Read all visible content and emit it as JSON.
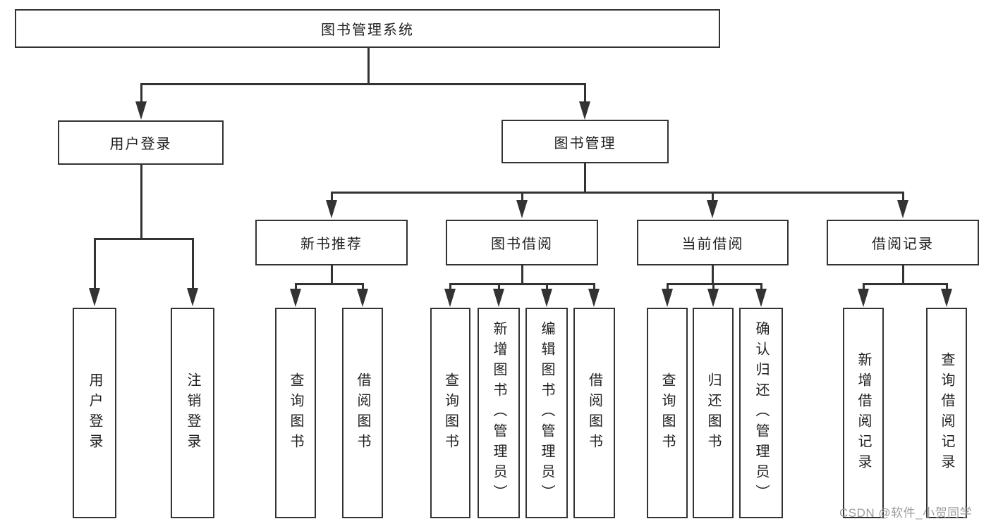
{
  "colors": {
    "line": "#333333",
    "text": "#1f1f1f",
    "watermark": "#9c9c9c",
    "background": "#ffffff"
  },
  "tree": {
    "root": {
      "label": "图书管理系统"
    },
    "branches": [
      {
        "label": "用户登录",
        "children": [
          {
            "label": "用户登录"
          },
          {
            "label": "注销登录"
          }
        ]
      },
      {
        "label": "图书管理",
        "children": [
          {
            "label": "新书推荐",
            "children": [
              {
                "label": "查询图书"
              },
              {
                "label": "借阅图书"
              }
            ]
          },
          {
            "label": "图书借阅",
            "children": [
              {
                "label": "查询图书"
              },
              {
                "label": "新增图书（管理员）"
              },
              {
                "label": "编辑图书（管理员）"
              },
              {
                "label": "借阅图书"
              }
            ]
          },
          {
            "label": "当前借阅",
            "children": [
              {
                "label": "查询图书"
              },
              {
                "label": "归还图书"
              },
              {
                "label": "确认归还（管理员）"
              }
            ]
          },
          {
            "label": "借阅记录",
            "children": [
              {
                "label": "新增借阅记录"
              },
              {
                "label": "查询借阅记录"
              }
            ]
          }
        ]
      }
    ]
  },
  "watermark": {
    "text": "CSDN @软件_小贺同学"
  }
}
